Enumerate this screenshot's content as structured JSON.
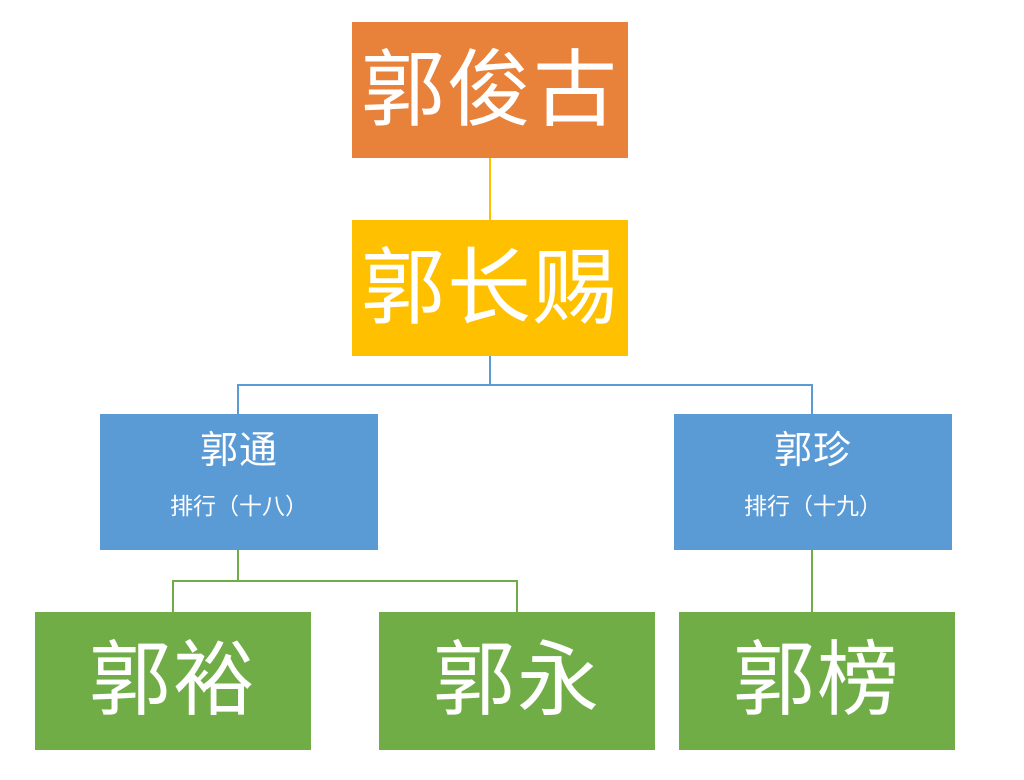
{
  "diagram": {
    "type": "family-tree",
    "title": "",
    "background_color": "#FFFFFF",
    "palette": {
      "generation_1": "#E8813A",
      "generation_2": "#FFC000",
      "generation_3": "#5B9BD5",
      "generation_4": "#70AD47",
      "text": "#FFFFFF"
    },
    "nodes": {
      "root": {
        "name": "郭俊古",
        "subtitle": "",
        "color": "#E8813A",
        "generation": 1
      },
      "second": {
        "name": "郭长赐",
        "subtitle": "",
        "color": "#FFC000",
        "generation": 2
      },
      "third_left": {
        "name": "郭通",
        "subtitle": "排行（十八）",
        "color": "#5B9BD5",
        "generation": 3
      },
      "third_right": {
        "name": "郭珍",
        "subtitle": "排行（十九）",
        "color": "#5B9BD5",
        "generation": 3
      },
      "fourth_one": {
        "name": "郭裕",
        "subtitle": "",
        "color": "#70AD47",
        "generation": 4
      },
      "fourth_two": {
        "name": "郭永",
        "subtitle": "",
        "color": "#70AD47",
        "generation": 4
      },
      "fourth_three": {
        "name": "郭榜",
        "subtitle": "",
        "color": "#70AD47",
        "generation": 4
      }
    }
  }
}
